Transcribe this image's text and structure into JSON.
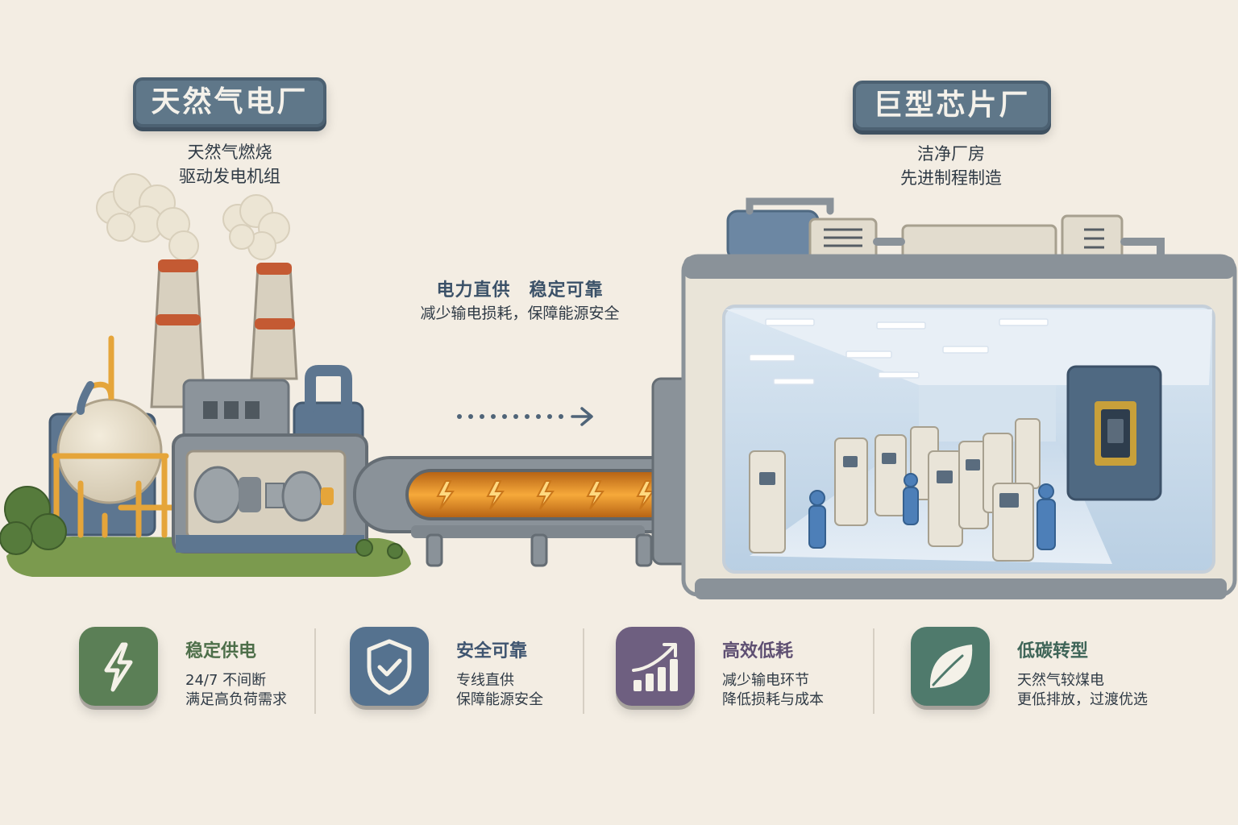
{
  "left_plant": {
    "title": "天然气电厂",
    "desc_line1": "天然气燃烧",
    "desc_line2": "驱动发电机组"
  },
  "right_plant": {
    "title": "巨型芯片厂",
    "desc_line1": "洁净厂房",
    "desc_line2": "先进制程制造"
  },
  "connection": {
    "headline": "电力直供　稳定可靠",
    "subline": "减少输电损耗，保障能源安全"
  },
  "features": [
    {
      "title": "稳定供电",
      "line1": "24/7 不间断",
      "line2": "满足高负荷需求",
      "icon": "lightning-icon",
      "color": "#5b7f56",
      "title_color": "#4e6f4a"
    },
    {
      "title": "安全可靠",
      "line1": "专线直供",
      "line2": "保障能源安全",
      "icon": "shield-check-icon",
      "color": "#55728f",
      "title_color": "#3f5570"
    },
    {
      "title": "高效低耗",
      "line1": "减少输电环节",
      "line2": "降低损耗与成本",
      "icon": "rising-bars-icon",
      "color": "#6e5f80",
      "title_color": "#5e4f72"
    },
    {
      "title": "低碳转型",
      "line1": "天然气较煤电",
      "line2": "更低排放，过渡优选",
      "icon": "leaf-icon",
      "color": "#4f7a6c",
      "title_color": "#3f6558"
    }
  ],
  "colors": {
    "background": "#f3ede3",
    "plate": "#5f7789",
    "energy": "#f4a52a",
    "cleanroom": "#cfe0ef"
  }
}
